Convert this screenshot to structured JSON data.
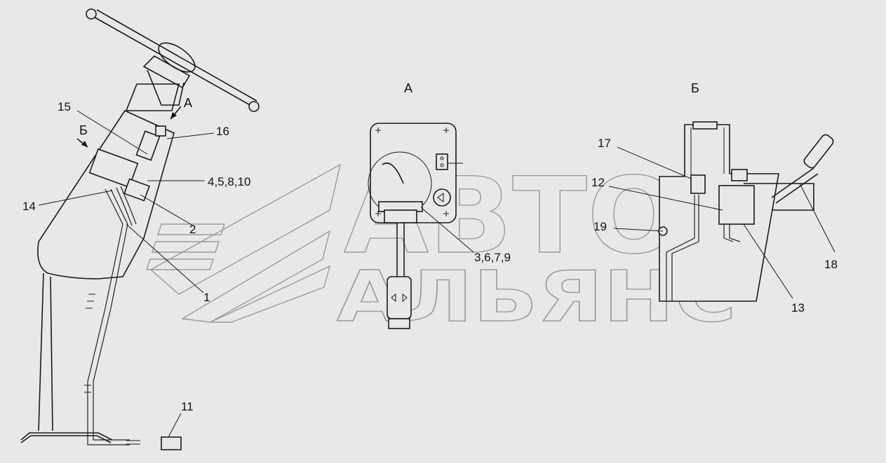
{
  "views": {
    "a": "А",
    "b": "Б"
  },
  "watermark": {
    "line1": "АВТО",
    "line2": "АЛЬЯНС"
  },
  "callouts": {
    "c1": "1",
    "c2": "2",
    "c4": "4,5,8,10",
    "c11": "11",
    "c12": "12",
    "c13": "13",
    "c14": "14",
    "c15": "15",
    "c16": "16",
    "c17": "17",
    "c18": "18",
    "c19": "19",
    "c3": "3,6,7,9"
  }
}
